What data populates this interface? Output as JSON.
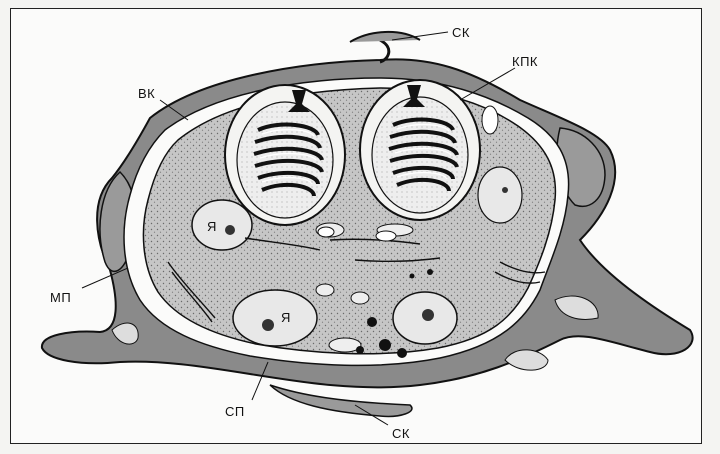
{
  "labels": {
    "sk_top": "СК",
    "kpk": "КПК",
    "vk": "ВК",
    "mp": "МП",
    "ya_left": "Я",
    "ya_bottom": "Я",
    "sp": "СП",
    "sk_bottom": "СК"
  },
  "colors": {
    "outline": "#111111",
    "envelope_fill": "#8a8a8a",
    "cytoplasm_fill": "#b9b9b9",
    "nucleus_fill": "#e8e8e8",
    "background": "#fbfbfa"
  }
}
